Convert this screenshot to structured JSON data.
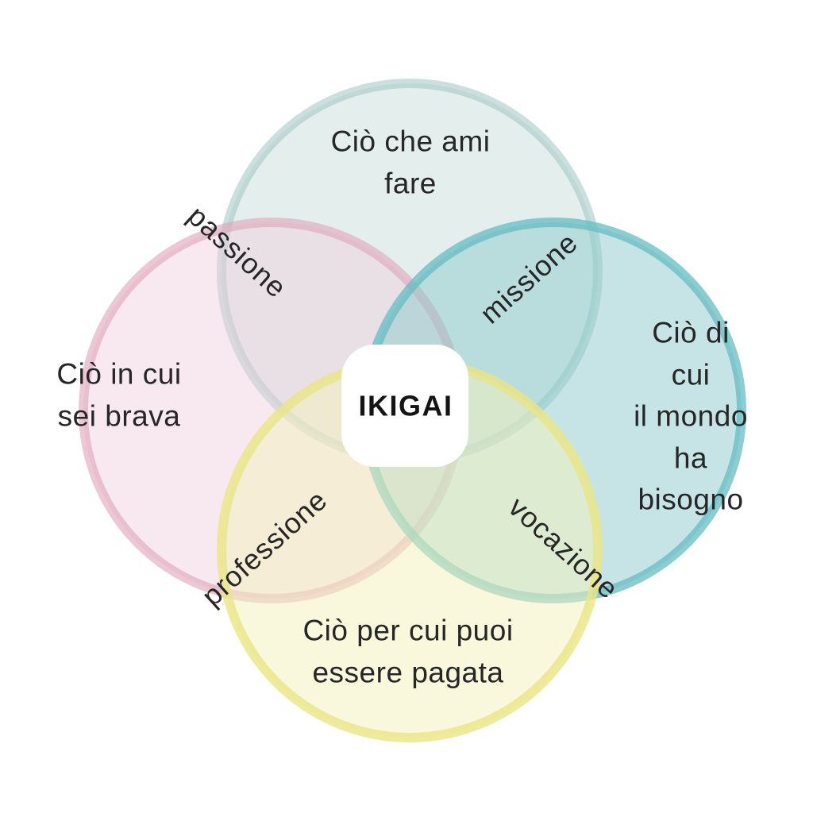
{
  "diagram": {
    "center": {
      "title": "IKIGAI",
      "panel_color": "#ffffff",
      "title_color": "#141414"
    },
    "text_color": "#262626",
    "background_color": "#ffffff",
    "circles": {
      "love": {
        "label": "Ciò che ami\nfare",
        "fill": "rgba(195,219,215,0.45)",
        "stroke": "rgba(151,193,189,0.5)"
      },
      "good_at": {
        "label": "Ciò in cui\nsei brava",
        "fill": "rgba(237,206,219,0.45)",
        "stroke": "rgba(223,163,183,0.6)"
      },
      "world_needs": {
        "label": "Ciò di cui\nil mondo\nha bisogno",
        "fill": "rgba(141,201,205,0.5)",
        "stroke": "rgba(102,188,194,0.75)"
      },
      "paid_for": {
        "label": "Ciò per cui puoi\nessere pagata",
        "fill": "rgba(243,241,187,0.5)",
        "stroke": "rgba(234,229,134,0.8)"
      }
    },
    "overlaps": {
      "passion": {
        "label": "passione"
      },
      "mission": {
        "label": "missione"
      },
      "profession": {
        "label": "professione"
      },
      "vocation": {
        "label": "vocazione"
      }
    }
  }
}
